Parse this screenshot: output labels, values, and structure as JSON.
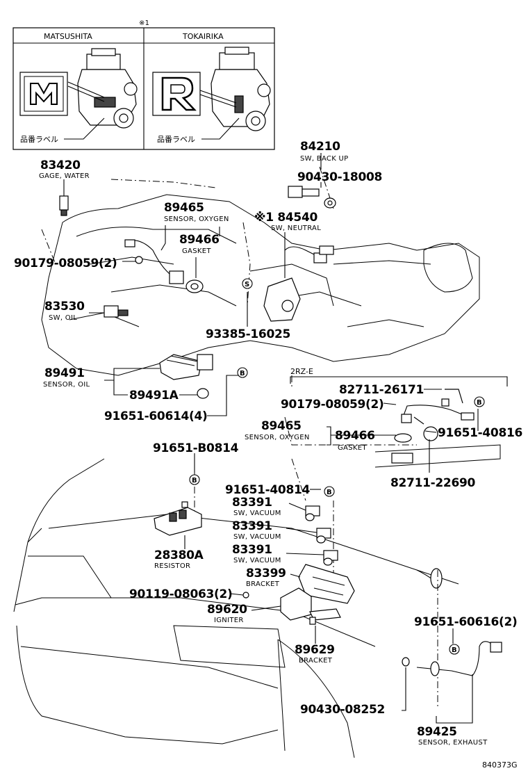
{
  "inset": {
    "mark": "※1",
    "left_title": "MATSUSHITA",
    "right_title": "TOKAIRIKA",
    "left_label": "品番ラベル",
    "right_label": "品番ラベル"
  },
  "section_label": "2RZ-E",
  "callout_letters": {
    "s": "S",
    "b": "B"
  },
  "parts": [
    {
      "num": "83420",
      "name": "GAGE, WATER"
    },
    {
      "num": "84210",
      "name": "SW, BACK UP"
    },
    {
      "num": "90430-18008",
      "name": ""
    },
    {
      "num": "89465",
      "name": "SENSOR, OXYGEN"
    },
    {
      "num": "※1 84540",
      "name": "SW, NEUTRAL"
    },
    {
      "num": "89466",
      "name": "GASKET"
    },
    {
      "num": "90179-08059(2)",
      "name": ""
    },
    {
      "num": "83530",
      "name": "SW, OIL"
    },
    {
      "num": "93385-16025",
      "name": ""
    },
    {
      "num": "89491",
      "name": "SENSOR, OIL"
    },
    {
      "num": "89491A",
      "name": ""
    },
    {
      "num": "91651-60614(4)",
      "name": ""
    },
    {
      "num": "82711-26171",
      "name": ""
    },
    {
      "num": "90179-08059(2)",
      "name": ""
    },
    {
      "num": "89465",
      "name": "SENSOR, OXYGEN"
    },
    {
      "num": "89466",
      "name": "GASKET"
    },
    {
      "num": "91651-40816",
      "name": ""
    },
    {
      "num": "82711-22690",
      "name": ""
    },
    {
      "num": "91651-B0814",
      "name": ""
    },
    {
      "num": "91651-40814",
      "name": ""
    },
    {
      "num": "83391",
      "name": "SW, VACUUM"
    },
    {
      "num": "83391",
      "name": "SW, VACUUM"
    },
    {
      "num": "83391",
      "name": "SW, VACUUM"
    },
    {
      "num": "28380A",
      "name": "RESISTOR"
    },
    {
      "num": "83399",
      "name": "BRACKET"
    },
    {
      "num": "90119-08063(2)",
      "name": ""
    },
    {
      "num": "89620",
      "name": "IGNITER"
    },
    {
      "num": "91651-60616(2)",
      "name": ""
    },
    {
      "num": "89629",
      "name": "BRACKET"
    },
    {
      "num": "90430-08252",
      "name": ""
    },
    {
      "num": "89425",
      "name": "SENSOR, EXHAUST"
    }
  ],
  "drawing_code": "840373G"
}
